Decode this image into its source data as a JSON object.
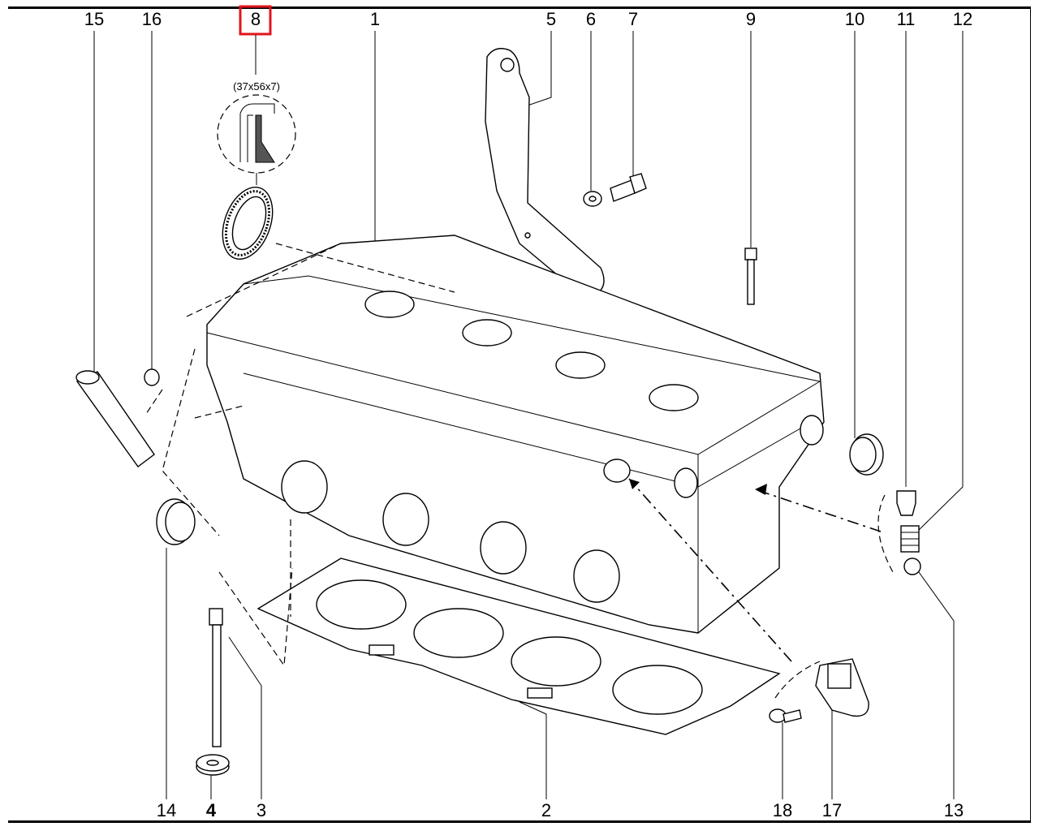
{
  "diagram": {
    "title": "Cylinder head exploded view",
    "highlight_color": "#e0141e",
    "highlighted_callout": "8",
    "seal_dimensions": "(37x56x7)",
    "callouts_top": [
      {
        "id": "15",
        "label": "15"
      },
      {
        "id": "16",
        "label": "16"
      },
      {
        "id": "8",
        "label": "8"
      },
      {
        "id": "1",
        "label": "1"
      },
      {
        "id": "5",
        "label": "5"
      },
      {
        "id": "6",
        "label": "6"
      },
      {
        "id": "7",
        "label": "7"
      },
      {
        "id": "9",
        "label": "9"
      },
      {
        "id": "10",
        "label": "10"
      },
      {
        "id": "11",
        "label": "11"
      },
      {
        "id": "12",
        "label": "12"
      }
    ],
    "callouts_bottom": [
      {
        "id": "14",
        "label": "14"
      },
      {
        "id": "4",
        "label": "4"
      },
      {
        "id": "3",
        "label": "3"
      },
      {
        "id": "2",
        "label": "2"
      },
      {
        "id": "18",
        "label": "18"
      },
      {
        "id": "17",
        "label": "17"
      },
      {
        "id": "13",
        "label": "13"
      }
    ]
  }
}
